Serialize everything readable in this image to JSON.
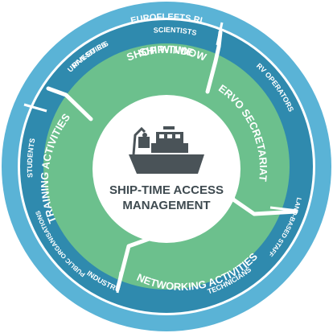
{
  "colors": {
    "outer_ring": "#5ab3d6",
    "inner_ring": "#2f8aae",
    "segment_fill": "#6cc08d",
    "segment_divider": "#ffffff",
    "center_fill": "#ffffff",
    "center_text": "#3e4a50",
    "ship_icon": "#4a5358"
  },
  "outer_ring_labels": {
    "top": "EUROFLEETS RI"
  },
  "stakeholder_ring_labels": {
    "scientists": "SCIENTISTS",
    "pan_eu_ris": "PAN-EU RIS",
    "universities": "UNIVESITIES",
    "rv_operators": "RV OPERATORS",
    "students": "STUDENTS",
    "public_organisations": "PUBLIC ORGANISATIONS",
    "land_based_staff": "LAND-BASED STAFF",
    "industry": "INDUSTRY",
    "technicians": "TECHNICIANS"
  },
  "segments": {
    "shop_window": {
      "line1": "SHIP-TIME",
      "line2": "SHOP WINDOW"
    },
    "ervo_secretariat": "ERVO SECRETARIAT",
    "networking_activities": "NETWORKING ACTIVITIES",
    "training_activities": "TRAINING ACTIVITIES"
  },
  "center": {
    "icon": "research-vessel-icon",
    "line1": "SHIP-TIME ACCESS",
    "line2": "MANAGEMENT"
  }
}
